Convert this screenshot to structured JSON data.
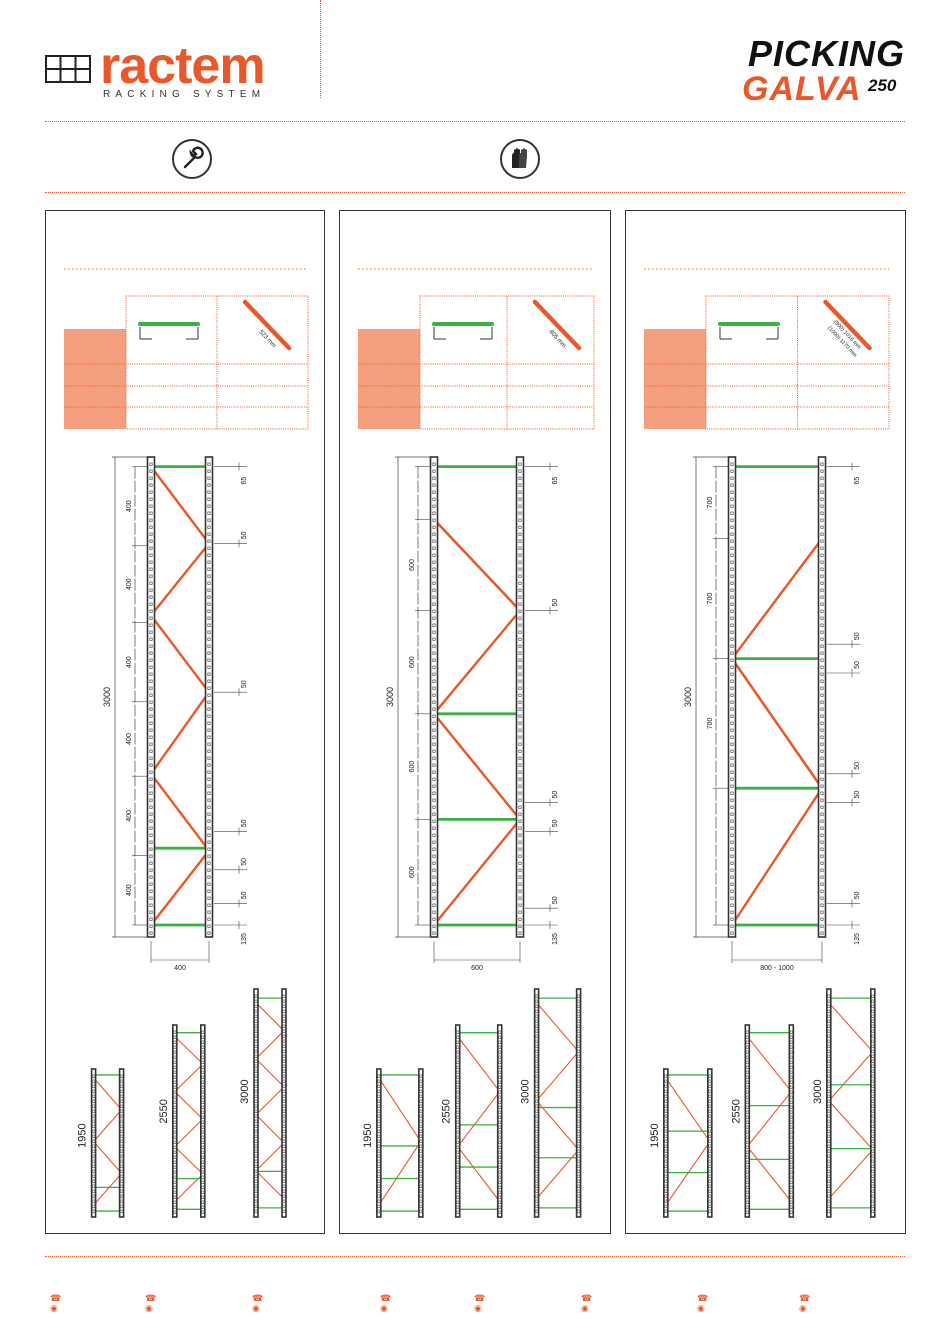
{
  "header": {
    "logo_word": "ractem",
    "logo_sub": "RACKING SYSTEM",
    "brand_line1": "PICKING",
    "brand_line2": "GALVA",
    "brand_suffix": "250"
  },
  "icons": {
    "tool": "wrench-icon",
    "gloves": "gloves-icon"
  },
  "colors": {
    "accent": "#e9582b",
    "table_fill": "#f4a07e",
    "horizontal_brace": "#3cb043",
    "diagonal_brace": "#e9582b",
    "upright": "#333333"
  },
  "panels": [
    {
      "diag_length": "523 mm",
      "total_height": "3000",
      "depth": "400",
      "spacings": [
        "400",
        "400",
        "400",
        "400",
        "400",
        "400"
      ],
      "right_marks": [
        "65",
        "50",
        "50",
        "50",
        "50",
        "50",
        "135"
      ],
      "mini": [
        "1950",
        "2550",
        "3000"
      ]
    },
    {
      "diag_length": "805 mm",
      "total_height": "3000",
      "depth": "600",
      "spacings": [
        "600",
        "600",
        "600",
        "600"
      ],
      "right_marks": [
        "65",
        "50",
        "50",
        "50",
        "50",
        "135"
      ],
      "mini": [
        "1950",
        "2550",
        "3000"
      ]
    },
    {
      "diag_length_a": "(800) 1016 mm",
      "diag_length_b": "(1000) 1170 mm",
      "total_height": "3000",
      "depth": "800 - 1000",
      "spacings": [
        "700",
        "700",
        "700"
      ],
      "right_marks": [
        "65",
        "50",
        "50",
        "50",
        "50",
        "50",
        "135"
      ],
      "mini": [
        "1950",
        "2550",
        "3000"
      ]
    }
  ]
}
